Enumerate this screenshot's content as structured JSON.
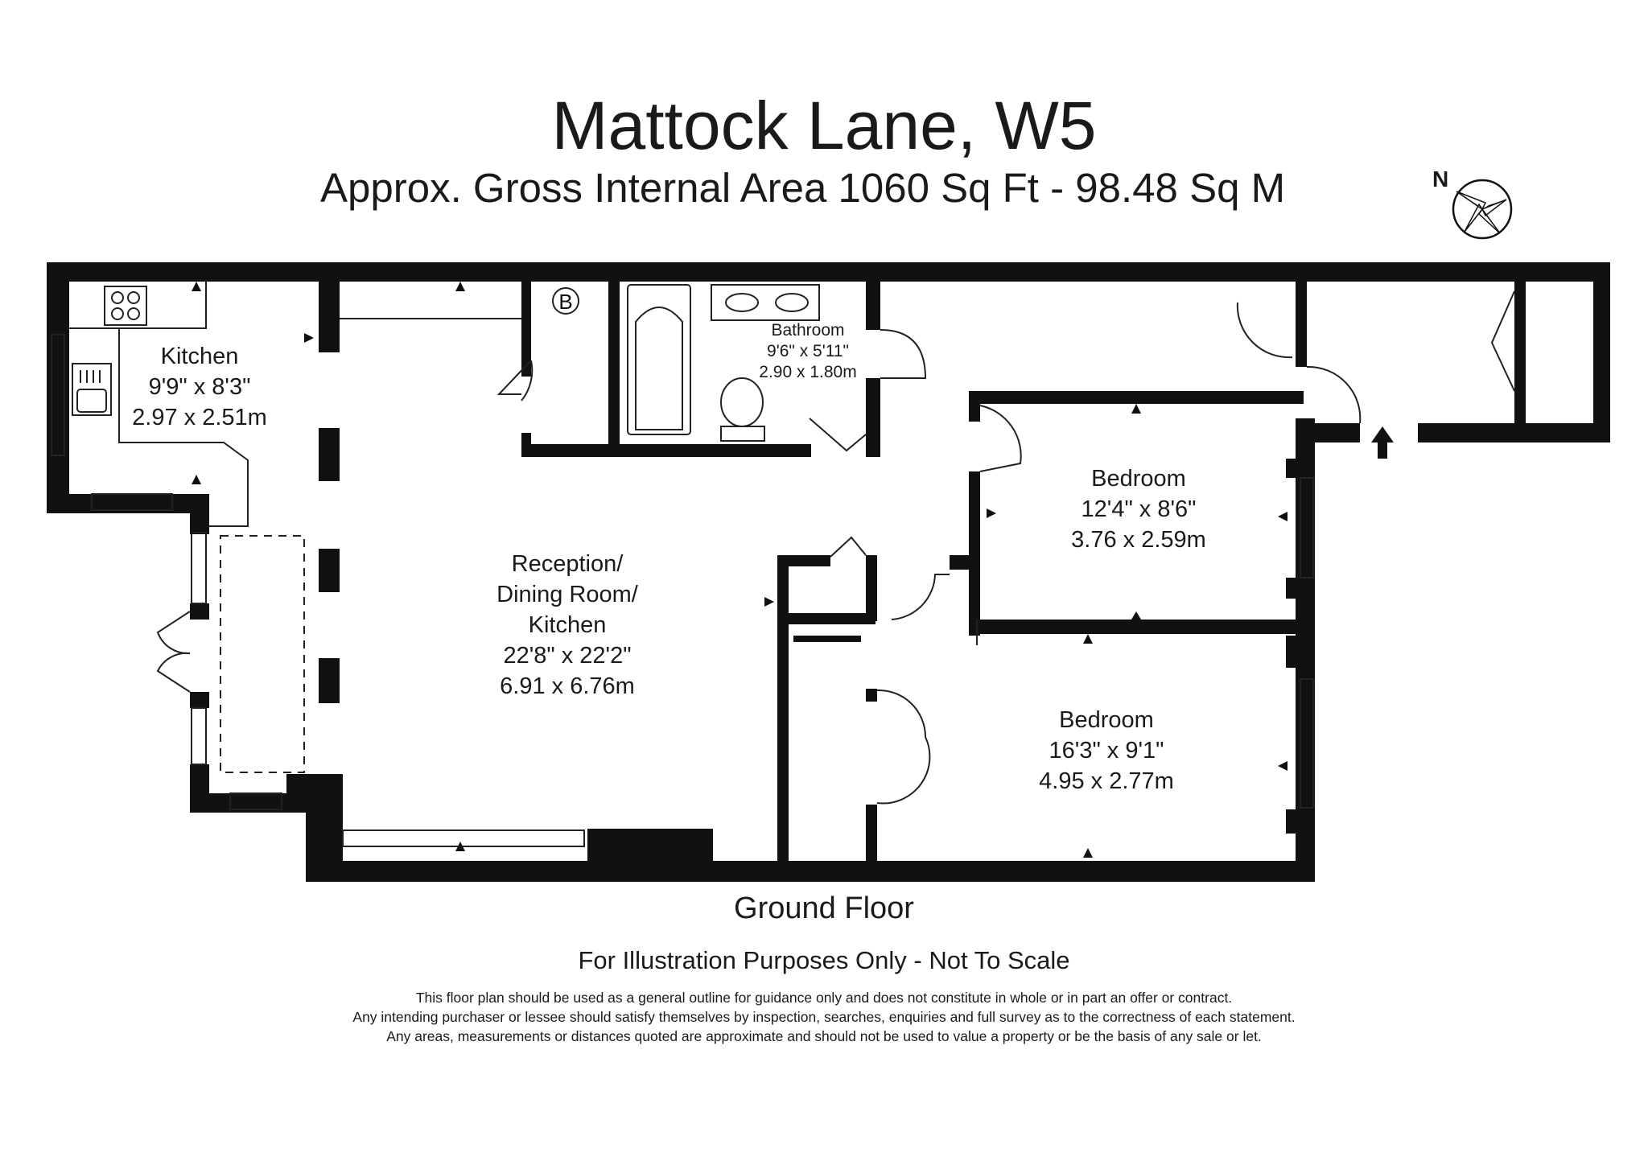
{
  "header": {
    "title": "Mattock Lane, W5",
    "subtitle": "Approx. Gross Internal Area   1060 Sq Ft  -  98.48 Sq M"
  },
  "compass": {
    "label": "N",
    "icon": "compass-rose-icon"
  },
  "rooms": {
    "kitchen": {
      "name": "Kitchen",
      "imperial": "9'9\" x 8'3\"",
      "metric": "2.97 x 2.51m"
    },
    "bathroom": {
      "name": "Bathroom",
      "imperial": "9'6\" x 5'11\"",
      "metric": "2.90 x 1.80m"
    },
    "reception": {
      "name_line1": "Reception/",
      "name_line2": "Dining Room/",
      "name_line3": "Kitchen",
      "imperial": "22'8\" x 22'2\"",
      "metric": "6.91 x 6.76m"
    },
    "bedroom1": {
      "name": "Bedroom",
      "imperial": "12'4\" x 8'6\"",
      "metric": "3.76 x 2.59m"
    },
    "bedroom2": {
      "name": "Bedroom",
      "imperial": "16'3\" x 9'1\"",
      "metric": "4.95 x 2.77m"
    }
  },
  "fixtures": {
    "boiler_label": "B"
  },
  "footer": {
    "floor": "Ground Floor",
    "illustration": "For Illustration Purposes Only - Not To Scale",
    "disclaimer": [
      "This floor plan should be used as a general outline for guidance only and does not constitute in whole or in part an offer or contract.",
      "Any intending purchaser or lessee should satisfy themselves by inspection, searches, enquiries and full survey as to the correctness of each statement.",
      "Any areas, measurements or distances quoted are approximate and should not be used to value a property or be the basis of any sale or let."
    ]
  },
  "colors": {
    "wall": "#111111",
    "line": "#222222",
    "background": "#ffffff"
  }
}
